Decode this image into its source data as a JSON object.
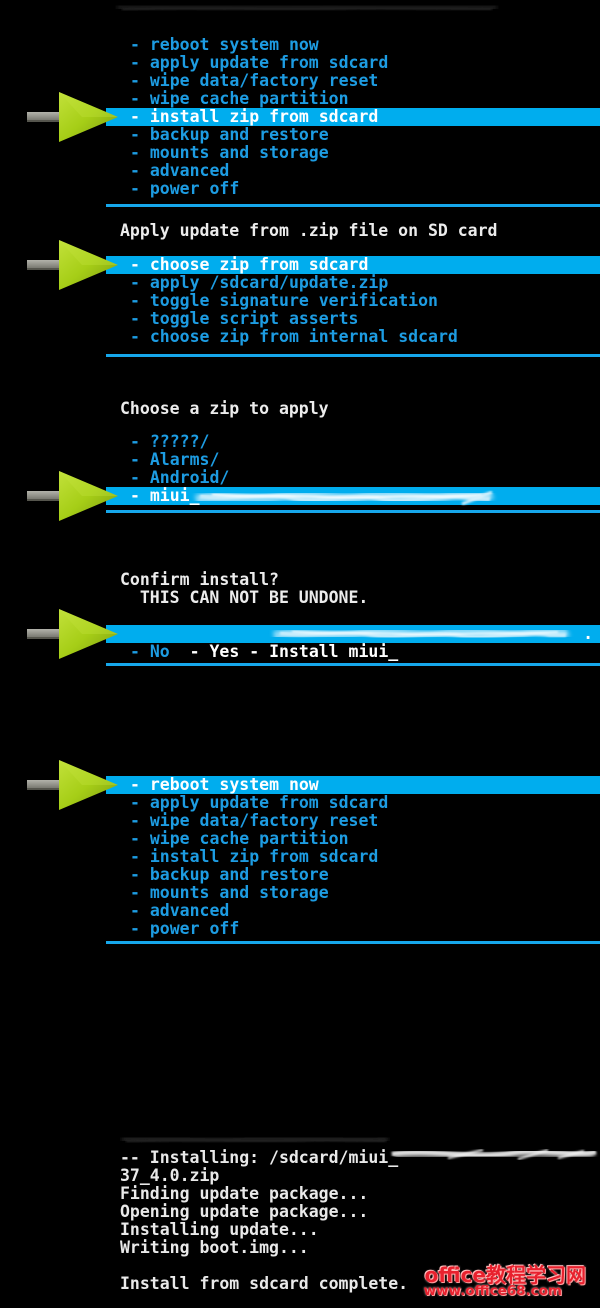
{
  "colors": {
    "background": "#000000",
    "highlight_bar": "#00adee",
    "menu_text": "#1d9ce2",
    "separator_line": "#16a7eb",
    "header_text": "#ececec",
    "arrow_green": "#a6ce17",
    "arrow_tail_grey": "#8f8f87",
    "watermark_red": "#e8212e"
  },
  "icons": {
    "pointer_arrow": "solid-right-block-arrow",
    "redaction": "scribble-smear"
  },
  "screens": {
    "main_menu_1": {
      "highlighted_index": 4,
      "items": [
        "- reboot system now",
        "- apply update from sdcard",
        "- wipe data/factory reset",
        "- wipe cache partition",
        "- install zip from sdcard",
        "- backup and restore",
        "- mounts and storage",
        "- advanced",
        "- power off"
      ]
    },
    "apply_update": {
      "title": "Apply update from .zip file on SD card",
      "highlighted_index": 0,
      "items": [
        "- choose zip from sdcard",
        "- apply /sdcard/update.zip",
        "- toggle signature verification",
        "- toggle script asserts",
        "- choose zip from internal sdcard"
      ]
    },
    "choose_zip": {
      "title": "Choose a zip to apply",
      "highlighted_index": 3,
      "items": [
        "- ?????/",
        "- Alarms/",
        "- Android/",
        "- miui_"
      ]
    },
    "confirm": {
      "title": "Confirm install?",
      "warning": "  THIS CAN NOT BE UNDONE.",
      "yes_prefix": "- Yes - Install miui_",
      "yes_suffix": ".",
      "no_label": "- No"
    },
    "main_menu_2": {
      "highlighted_index": 0,
      "items": [
        "- reboot system now",
        "- apply update from sdcard",
        "- wipe data/factory reset",
        "- wipe cache partition",
        "- install zip from sdcard",
        "- backup and restore",
        "- mounts and storage",
        "- advanced",
        "- power off"
      ]
    },
    "install_log": {
      "lines": [
        "-- Installing: /sdcard/miui_",
        "37_4.0.zip",
        "Finding update package...",
        "Opening update package...",
        "Installing update...",
        "Writing boot.img...",
        "",
        "Install from sdcard complete."
      ]
    }
  },
  "watermark": {
    "line1": "office教程学习网",
    "line2": "www.office68.com"
  }
}
